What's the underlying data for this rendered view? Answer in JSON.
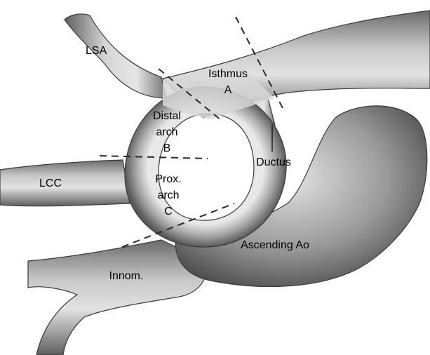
{
  "labels": {
    "lsa": "LSA",
    "isthmus_1": "Isthmus",
    "isthmus_2": "A",
    "distal_1": "Distal",
    "distal_2": "arch",
    "distal_3": "B",
    "ductus": "Ductus",
    "lcc": "LCC",
    "prox_1": "Prox.",
    "prox_2": "arch",
    "prox_3": "C",
    "ascending": "Ascending Ao",
    "innom": "Innom."
  },
  "colors": {
    "vessel_light": "#dcdcdc",
    "vessel_mid": "#a6a6a6",
    "vessel_dark": "#6e6e6e",
    "outline": "#3a3a3a",
    "divider": "#2a2a2a"
  }
}
